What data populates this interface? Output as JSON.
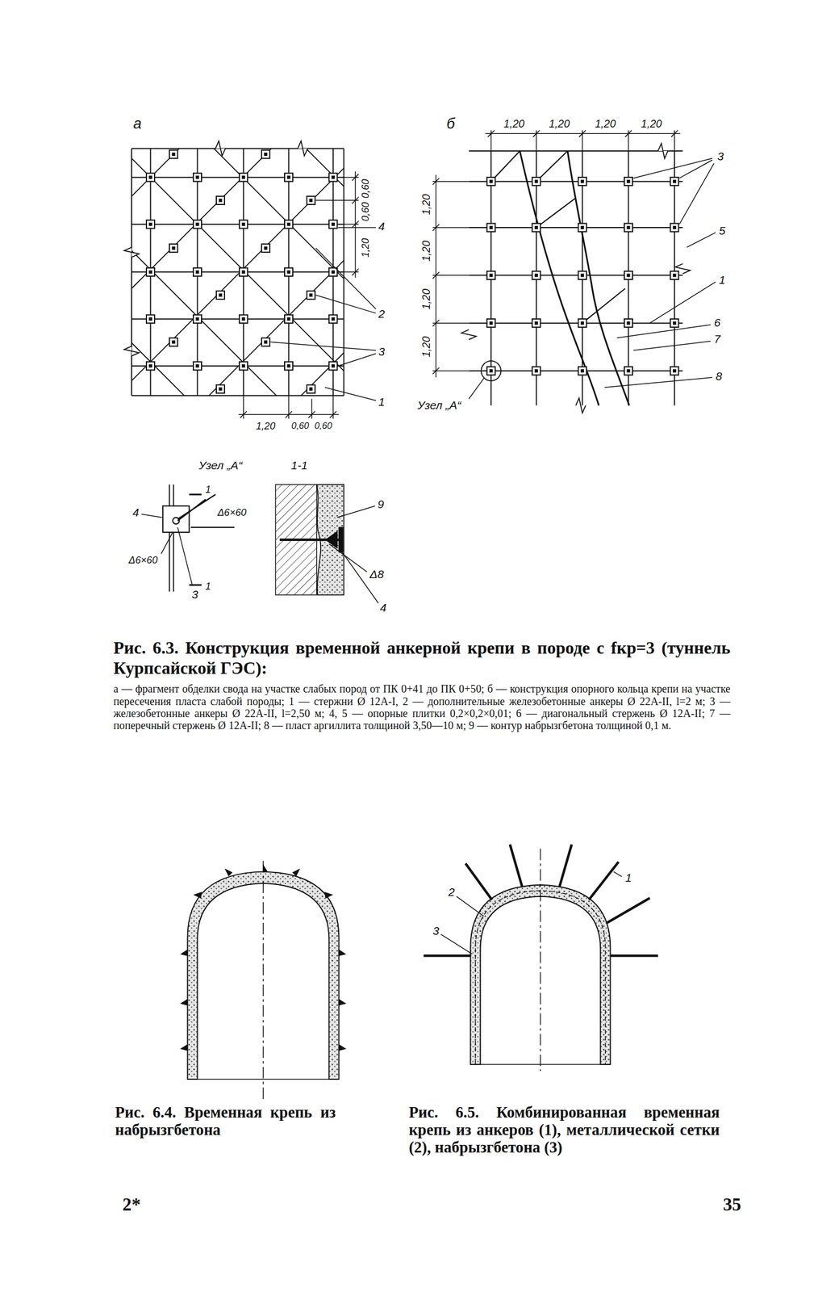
{
  "diagram": {
    "labels": [
      "а",
      "0,60",
      "0,60",
      "1,20",
      "4",
      "2",
      "3",
      "1",
      "1,20",
      "0,60",
      "0,60",
      "б",
      "1,20",
      "1,20",
      "1,20",
      "1,20",
      "3",
      "5",
      "1",
      "6",
      "7",
      "8",
      "1,20",
      "1,20",
      "1,20",
      "1,20",
      "Узел „А“",
      "Узел „А“",
      "1-1",
      "1",
      "4",
      "Δ6×60",
      "Δ6×60",
      "1",
      "3",
      "9",
      "Δ8",
      "4",
      "Рис. 6.3. Конструкция временной анкерной крепи в породе с fкр=3 (туннель Курпсайской ГЭС):",
      "а — фрагмент обделки свода на участке слабых пород от ПК 0+41 до ПК 0+50; б — конструкция опорного кольца крепи на участке пересечения пласта слабой породы; 1 — стержни Ø 12А-I, 2 — дополнительные железобетонные анкеры Ø 22А-II, l=2 м; 3 — железобетонные анкеры Ø 22А-II, l=2,50 м; 4, 5 — опорные плитки 0,2×0,2×0,01; 6 — диагональный стержень Ø 12А-II; 7 — поперечный стержень Ø 12А-II; 8 — пласт аргиллита толщиной 3,50—10 м; 9 — контур набрызгбетона толщиной 0,1 м.",
      "Рис. 6.4. Временная крепь из набрызгбетона",
      "1",
      "2",
      "3",
      "Рис. 6.5. Комбинированная временная крепь из анкеров (1), металлической сетки (2), набрызгбетона (3)",
      "2*",
      "35"
    ]
  }
}
